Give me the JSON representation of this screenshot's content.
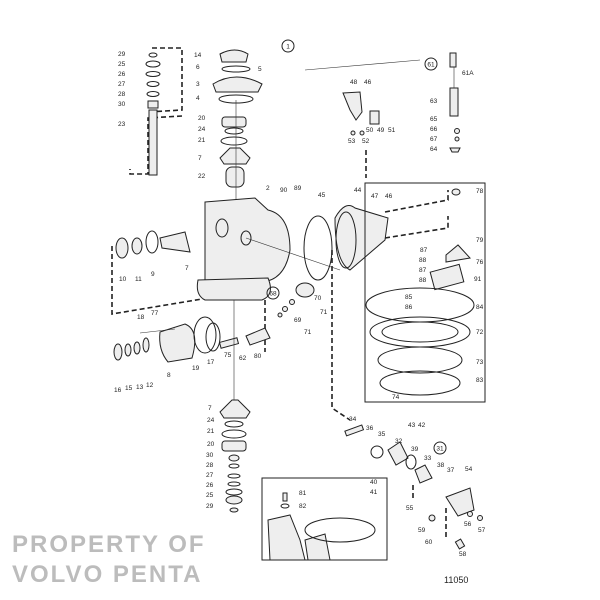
{
  "diagram": {
    "figure_number": "11050",
    "watermark": [
      "PROPERTY OF",
      "VOLVO PENTA"
    ],
    "reference_circles": [
      "1",
      "61",
      "68",
      "31"
    ],
    "part_labels": [
      "29",
      "25",
      "26",
      "27",
      "28",
      "30",
      "23",
      "14",
      "6",
      "5",
      "3",
      "4",
      "20",
      "24",
      "21",
      "7",
      "22",
      "2",
      "90",
      "89",
      "61A",
      "63",
      "65",
      "66",
      "67",
      "64",
      "48",
      "46",
      "50",
      "49",
      "51",
      "53",
      "52",
      "45",
      "44",
      "47",
      "46",
      "78",
      "79",
      "76",
      "87",
      "88",
      "87",
      "88",
      "91",
      "85",
      "86",
      "84",
      "72",
      "73",
      "83",
      "74",
      "10",
      "11",
      "9",
      "7",
      "70",
      "71",
      "69",
      "71",
      "18",
      "77",
      "16",
      "15",
      "13",
      "12",
      "8",
      "19",
      "17",
      "75",
      "62",
      "80",
      "7",
      "24",
      "21",
      "20",
      "30",
      "28",
      "27",
      "26",
      "25",
      "29",
      "34",
      "36",
      "35",
      "43",
      "42",
      "32",
      "39",
      "33",
      "38",
      "37",
      "54",
      "40",
      "41",
      "55",
      "81",
      "82",
      "59",
      "56",
      "57",
      "60",
      "58"
    ]
  }
}
